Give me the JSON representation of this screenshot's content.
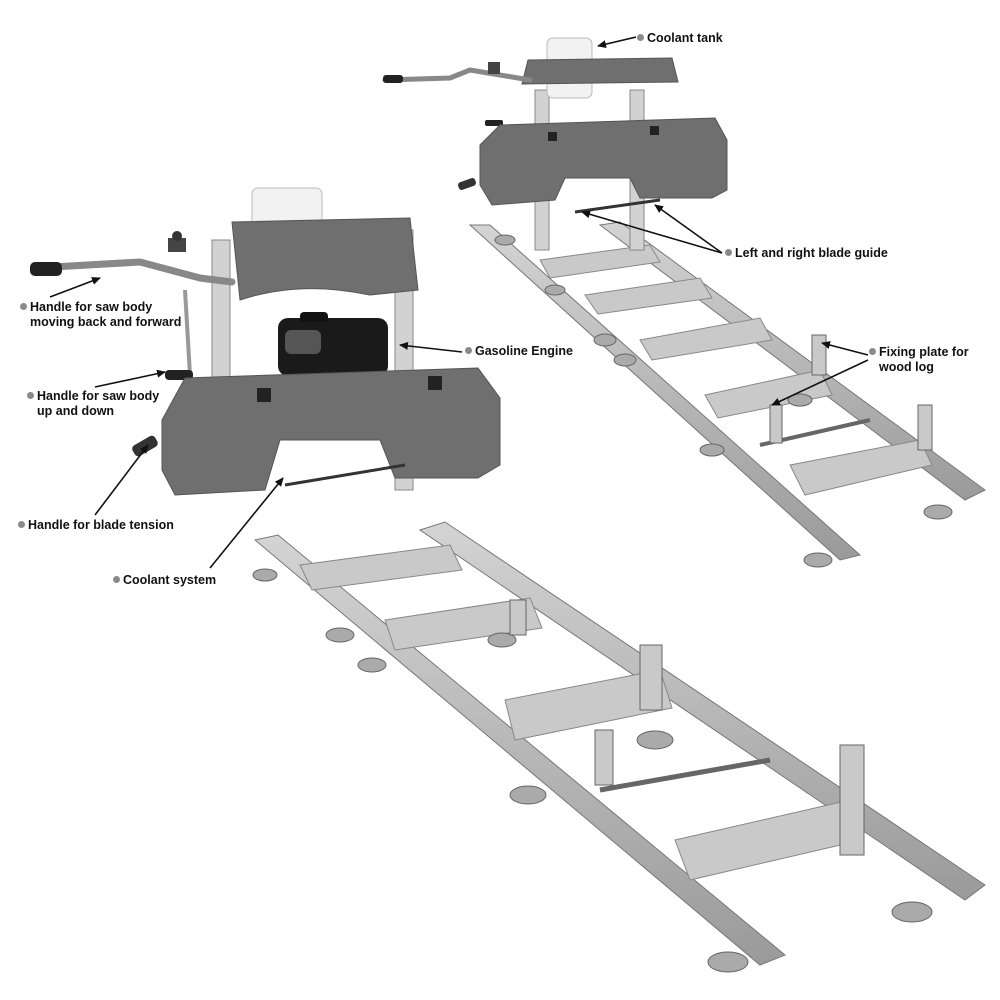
{
  "diagram": {
    "subject": "Portable gasoline bandsaw sawmill on rail track",
    "colors": {
      "background": "#ffffff",
      "saw_housing": "#6f6f6f",
      "rail_metal": "#b9b9b9",
      "engine": "#1a1a1a",
      "tank": "#f2f2f2",
      "label_dot": "#8a8a8a",
      "text": "#111111"
    },
    "labels": [
      {
        "id": "coolant-tank",
        "text": "Coolant tank"
      },
      {
        "id": "handle-back-forward",
        "line1": "Handle for saw body",
        "line2": "moving back and forward"
      },
      {
        "id": "gasoline-engine",
        "text": "Gasoline Engine"
      },
      {
        "id": "handle-up-down",
        "line1": "Handle for saw body",
        "line2": "up and down"
      },
      {
        "id": "handle-blade-tension",
        "text": "Handle for blade tension"
      },
      {
        "id": "coolant-system",
        "text": "Coolant system"
      },
      {
        "id": "blade-guide",
        "text": "Left and right blade guide"
      },
      {
        "id": "fixing-plate",
        "line1": "Fixing plate for",
        "line2": "wood log"
      }
    ]
  }
}
